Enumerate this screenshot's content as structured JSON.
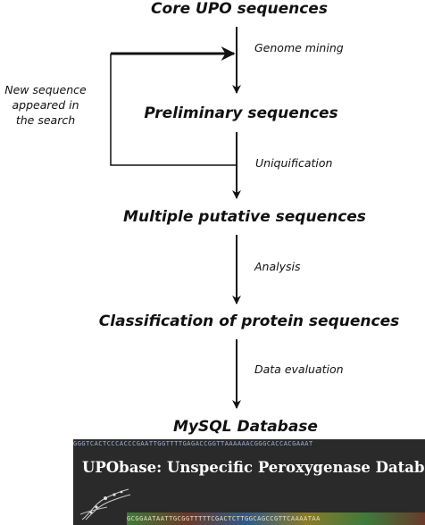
{
  "nodes": {
    "core": "Core UPO sequences",
    "preliminary": "Preliminary sequences",
    "multiple": "Multiple putative sequences",
    "classification": "Classification of protein sequences",
    "database": "MySQL Database"
  },
  "edges": {
    "genome_mining": "Genome mining",
    "uniquification": "Uniquification",
    "analysis": "Analysis",
    "data_evaluation": "Data evaluation"
  },
  "feedback": {
    "lines": [
      "New sequence",
      "appeared in",
      "the search"
    ]
  },
  "banner": {
    "title": "UPObase: Unspecific Peroxygenase Database",
    "sequence_top": "GGGTCACTCCCACCCGAATTGGTTTTGAGACCGGTTAAAAAACGGGCACCACGAAAT",
    "sequence_bottom": "GCGGAATAATTGCGGTTTTTCGACTCTTGGCAGCCGTTCAAAATAA"
  },
  "colors": {
    "text": "#111111",
    "arrow": "#111111",
    "banner_bg": "#2a2a2a",
    "banner_title": "#ffffff"
  }
}
